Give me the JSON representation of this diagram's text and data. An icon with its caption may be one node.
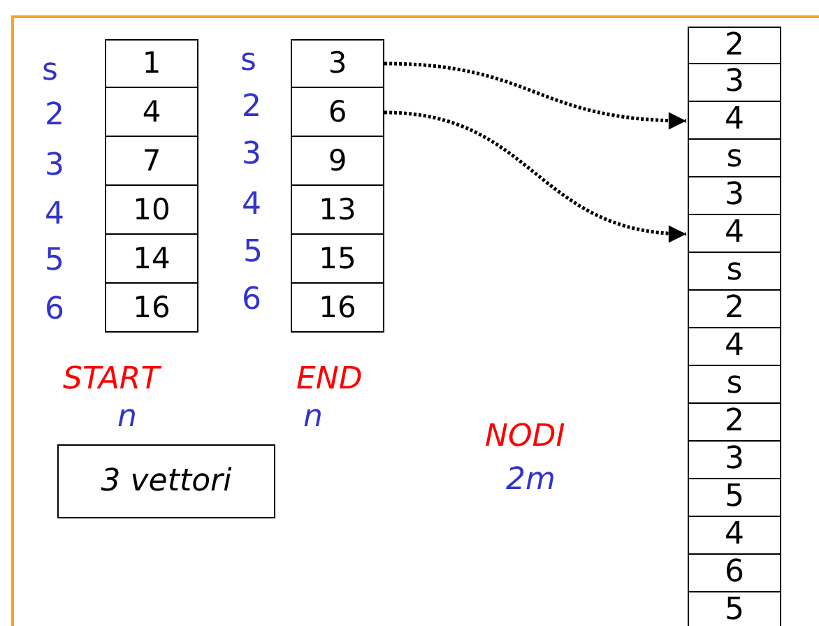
{
  "diagram": {
    "nodes": [
      {
        "text": [
          "1"
        ]
      },
      {
        "text": [
          "4"
        ]
      },
      {
        "text": [
          "7"
        ]
      },
      {
        "text": [
          "10"
        ]
      },
      {
        "text": [
          "14"
        ]
      },
      {
        "text": [
          "16"
        ]
      },
      {
        "text": [
          "3"
        ]
      },
      {
        "text": [
          "6"
        ]
      },
      {
        "text": [
          "9"
        ]
      },
      {
        "text": [
          "13"
        ]
      },
      {
        "text": [
          "15"
        ]
      },
      {
        "text": [
          "16"
        ]
      },
      {
        "text": [
          "2"
        ]
      },
      {
        "text": [
          "3"
        ]
      },
      {
        "text": [
          "4"
        ]
      },
      {
        "text": [
          "s"
        ]
      },
      {
        "text": [
          "3"
        ]
      },
      {
        "text": [
          "4"
        ]
      },
      {
        "text": [
          "s"
        ]
      },
      {
        "text": [
          "2"
        ]
      },
      {
        "text": [
          "4"
        ]
      },
      {
        "text": [
          "s"
        ]
      },
      {
        "text": [
          "2"
        ]
      },
      {
        "text": [
          "3"
        ]
      },
      {
        "text": [
          "5"
        ]
      },
      {
        "text": [
          "4"
        ]
      },
      {
        "text": [
          "6"
        ]
      },
      {
        "text": [
          "5"
        ]
      },
      {
        "text": [
          "3 vettori"
        ]
      }
    ],
    "edges": [
      {
        "from": 6,
        "to": 14,
        "arrow": "to",
        "style": "dashed"
      },
      {
        "from": 7,
        "to": 17,
        "arrow": "to",
        "style": "dashed"
      }
    ],
    "labels": [
      "s",
      "2",
      "3",
      "4",
      "5",
      "6",
      "s",
      "2",
      "3",
      "4",
      "5",
      "6",
      "START",
      "n",
      "END",
      "n",
      "NODI",
      "2m"
    ]
  }
}
